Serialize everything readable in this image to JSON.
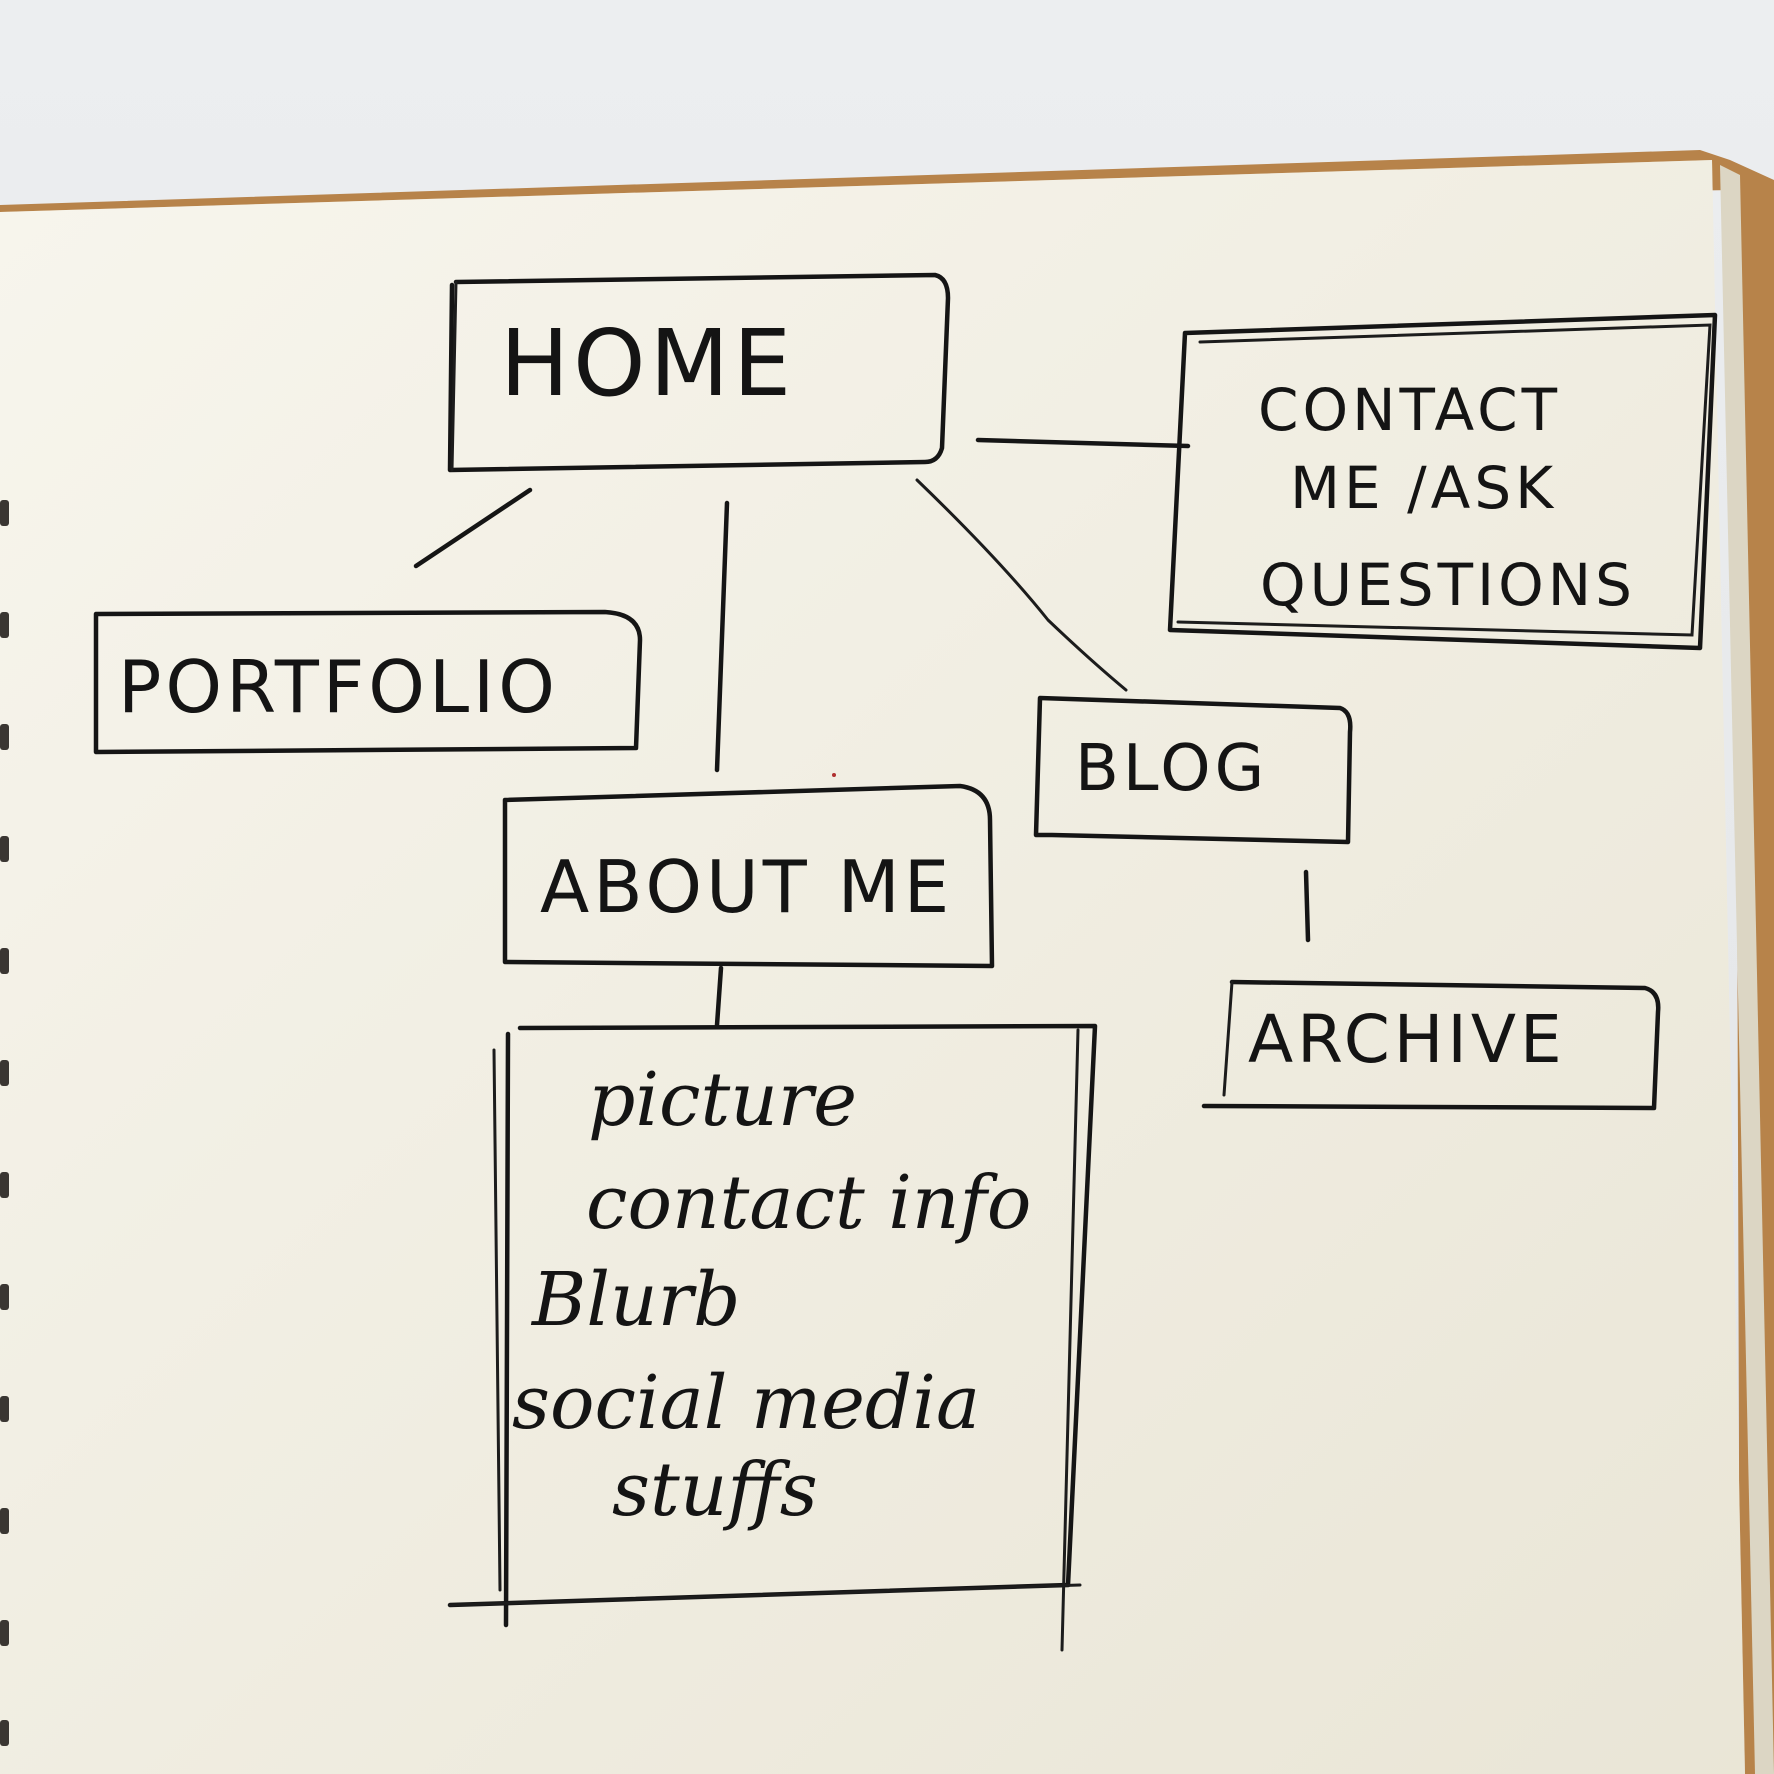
{
  "sitemap": {
    "home": "HOME",
    "contact": [
      "CONTACT",
      "ME /ASK",
      "QUESTIONS"
    ],
    "portfolio": "PORTFOLIO",
    "blog": "BLOG",
    "about_me": "ABOUT ME",
    "archive": "ARCHIVE",
    "about_me_contents": [
      "picture",
      "contact info",
      "Blurb",
      "social media",
      "stuffs"
    ]
  },
  "colors": {
    "paper": "#f3f0e4",
    "ink": "#151515",
    "notebook_cover": "#b7834a",
    "background": "#e6e7e9"
  }
}
